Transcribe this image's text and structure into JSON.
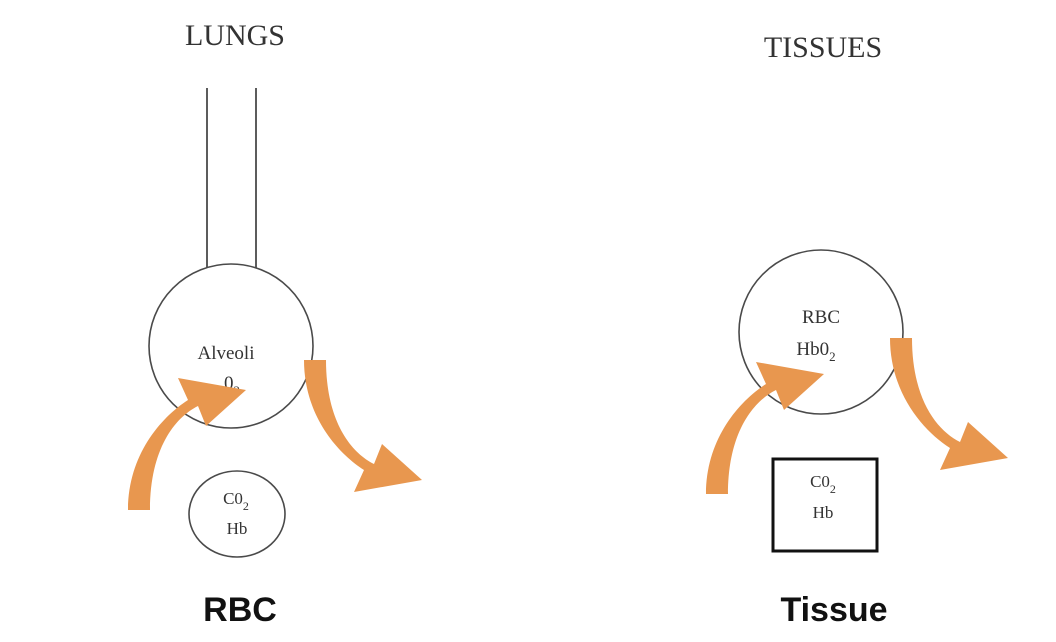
{
  "left_panel": {
    "header": "LUNGS",
    "alveoli": {
      "line1": "Alveoli",
      "line2_main": "0",
      "line2_sub": "2"
    },
    "rbc_cell": {
      "line1_main": "C0",
      "line1_sub": "2",
      "line2": "Hb"
    },
    "caption": "RBC"
  },
  "right_panel": {
    "header": "TISSUES",
    "rbc_cell": {
      "line1": "RBC",
      "line2_main": "Hb0",
      "line2_sub": "2"
    },
    "tissue_box": {
      "line1_main": "C0",
      "line1_sub": "2",
      "line2": "Hb"
    },
    "caption": "Tissue"
  },
  "colors": {
    "arrow": "#E8974F",
    "outline": "#4A4A4A",
    "text": "#333333"
  },
  "icons": {
    "cycle_arrows": "curved-orange-arrow"
  }
}
